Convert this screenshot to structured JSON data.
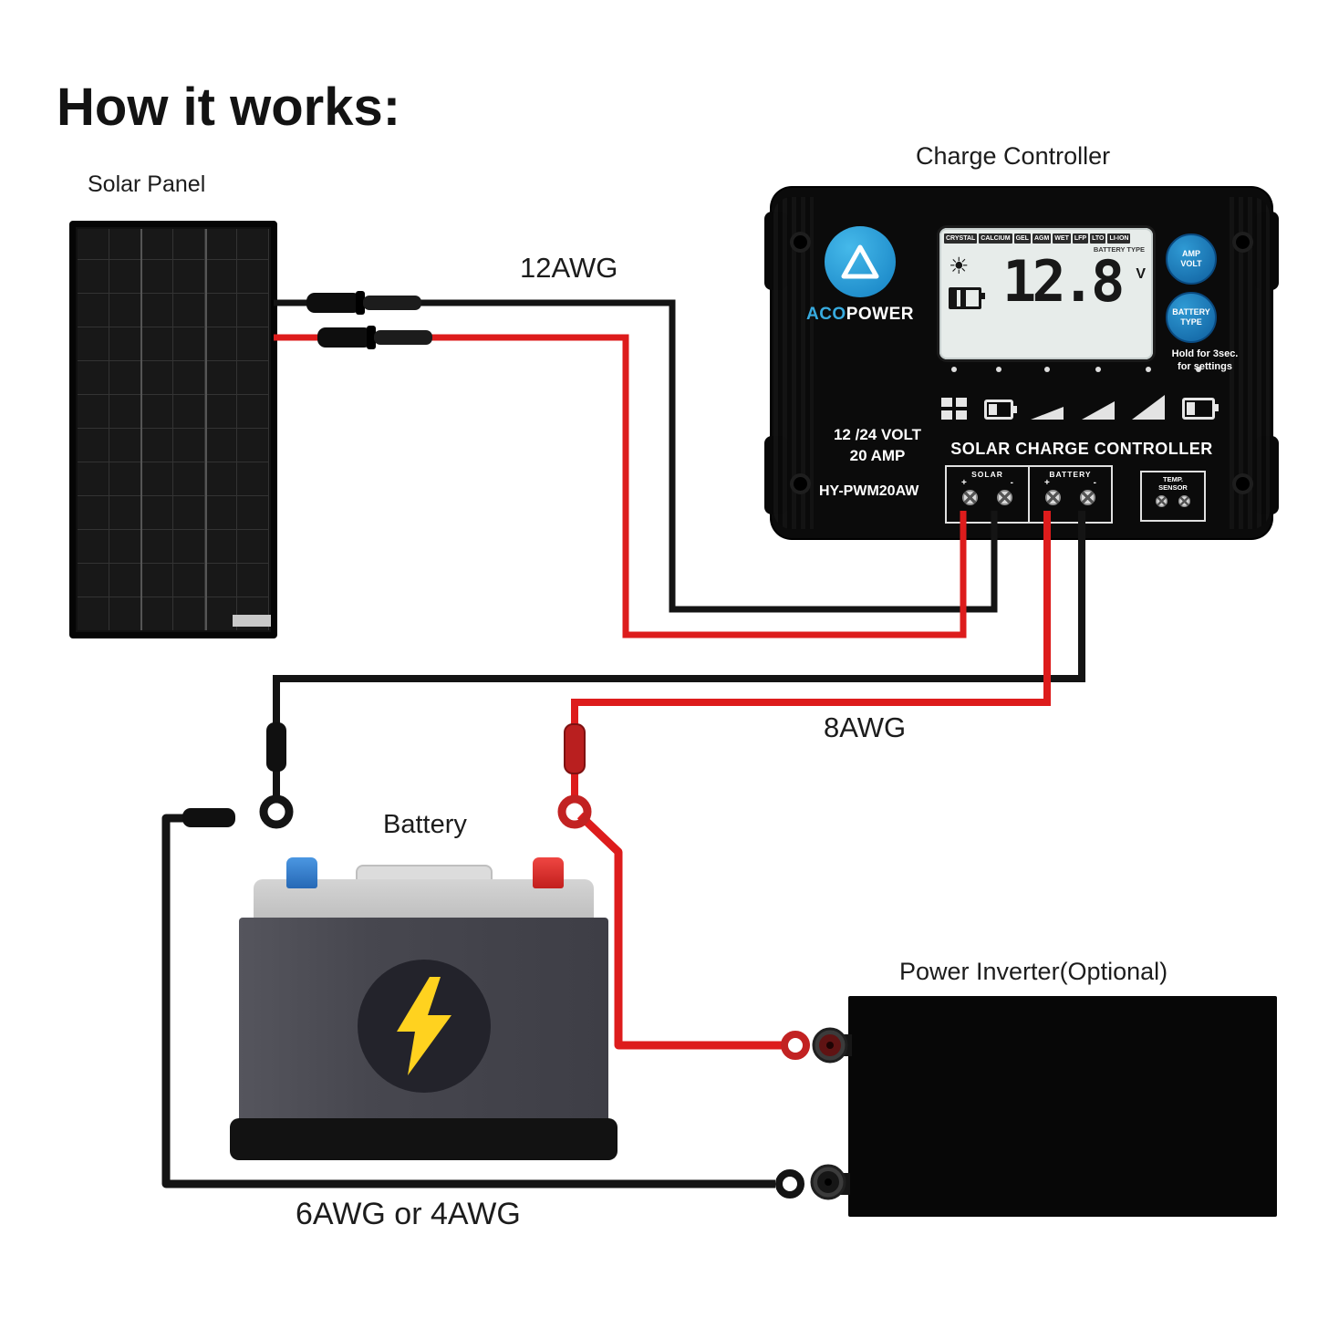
{
  "page": {
    "title": "How it works:"
  },
  "labels": {
    "solar_panel": "Solar Panel",
    "charge_controller": "Charge Controller",
    "battery": "Battery",
    "power_inverter": "Power Inverter(Optional)",
    "wire_solar": "12AWG",
    "wire_battery": "8AWG",
    "wire_inverter": "6AWG or 4AWG"
  },
  "icons": {
    "sun": "☀"
  },
  "controller": {
    "brand_prefix": "ACO",
    "brand_suffix": "POWER",
    "lcd": {
      "battery_types": [
        "CRYSTAL",
        "CALCIUM",
        "GEL",
        "AGM",
        "WET",
        "LFP",
        "LTO",
        "LI-ION"
      ],
      "battery_type_label": "BATTERY TYPE",
      "value": "12.8",
      "unit": "V"
    },
    "buttons": {
      "amp_volt": {
        "line1": "AMP",
        "line2": "VOLT"
      },
      "battery_type": {
        "line1": "BATTERY",
        "line2": "TYPE"
      }
    },
    "hold_note_line1": "Hold for 3sec.",
    "hold_note_line2": "for settings",
    "rating_line1": "12 /24 VOLT",
    "rating_line2": "20 AMP",
    "product_name": "SOLAR CHARGE CONTROLLER",
    "model": "HY-PWM20AW",
    "terminals": {
      "solar": "SOLAR",
      "battery": "BATTERY",
      "temp_line1": "TEMP.",
      "temp_line2": "SENSOR",
      "plus": "+",
      "minus": "-"
    }
  },
  "colors": {
    "wire_red": "#dd1c1c",
    "wire_black": "#141414",
    "accent_blue": "#2f9ad4",
    "bolt_yellow": "#ffd21f"
  }
}
